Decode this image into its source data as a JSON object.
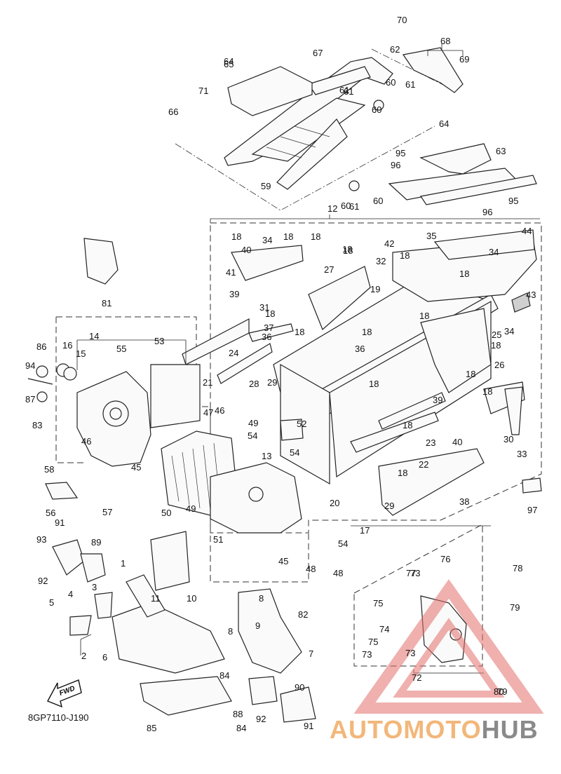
{
  "diagram": {
    "code": "8GP7110-J190",
    "fwd_label": "FWD",
    "watermark": {
      "part_a": "AUTOMOTO",
      "part_b": "HUB"
    },
    "callouts": [
      "1",
      "2",
      "3",
      "4",
      "5",
      "6",
      "7",
      "8",
      "9",
      "10",
      "11",
      "12",
      "13",
      "14",
      "15",
      "16",
      "17",
      "18",
      "19",
      "20",
      "21",
      "22",
      "23",
      "24",
      "25",
      "26",
      "27",
      "28",
      "29",
      "30",
      "31",
      "32",
      "33",
      "34",
      "35",
      "36",
      "37",
      "38",
      "39",
      "40",
      "41",
      "42",
      "43",
      "44",
      "45",
      "46",
      "47",
      "48",
      "49",
      "50",
      "51",
      "52",
      "53",
      "54",
      "55",
      "56",
      "57",
      "58",
      "59",
      "60",
      "61",
      "62",
      "63",
      "64",
      "65",
      "66",
      "67",
      "68",
      "69",
      "70",
      "71",
      "72",
      "73",
      "74",
      "75",
      "76",
      "77",
      "78",
      "79",
      "80",
      "81",
      "82",
      "83",
      "84",
      "85",
      "86",
      "87",
      "88",
      "89",
      "90",
      "91",
      "92",
      "93",
      "94",
      "95",
      "96",
      "97"
    ]
  }
}
